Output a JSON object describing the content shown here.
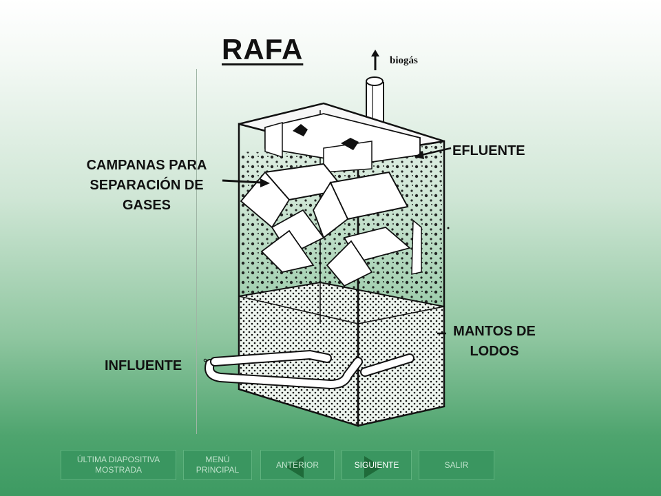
{
  "title": "RAFA",
  "labels": {
    "biogas": "biogás",
    "efluente": "EFLUENTE",
    "campanas": [
      "CAMPANAS PARA",
      "SEPARACIÓN DE",
      "GASES"
    ],
    "mantos": [
      "MANTOS DE",
      "LODOS"
    ],
    "influente": "INFLUENTE"
  },
  "nav": {
    "ultima": [
      "ÚLTIMA DIAPOSITIVA",
      "MOSTRADA"
    ],
    "menu": [
      "MENÚ",
      "PRINCIPAL"
    ],
    "anterior": "ANTERIOR",
    "siguiente": "SIGUIENTE",
    "salir": "SALIR"
  },
  "colors": {
    "nav_bg": "#3a9660",
    "nav_text": "#bfe2cb",
    "siguiente_text": "#ffffff",
    "arrow": "#1f6b3a"
  }
}
